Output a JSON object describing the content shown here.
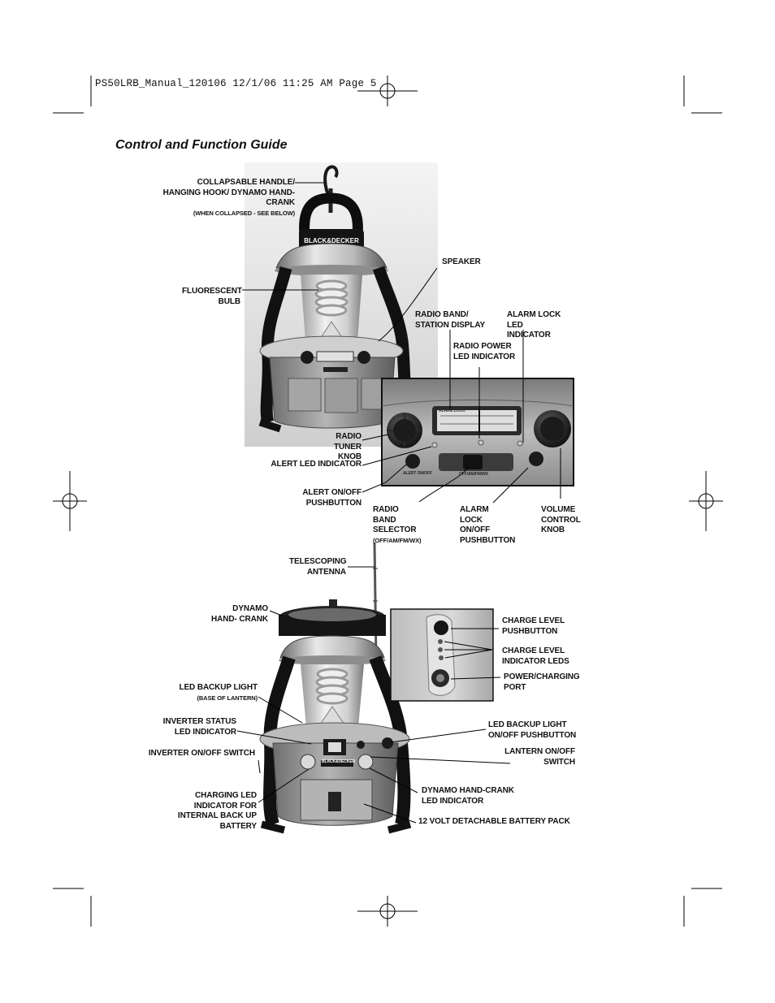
{
  "header": {
    "text": "PS50LRB_Manual_120106  12/1/06  11:25 AM  Page 5"
  },
  "title": "Control and Function Guide",
  "top_labels": {
    "handle": "COLLAPSABLE HANDLE/ HANGING HOOK/ DYNAMO HAND-CRANK",
    "handle_note": "(WHEN COLLAPSED - SEE BELOW)",
    "speaker": "SPEAKER",
    "fluorescent": "FLUORESCENT BULB",
    "radio_display": "RADIO BAND/ STATION DISPLAY",
    "alarm_lock_led": "ALARM LOCK LED INDICATOR",
    "radio_power_led": "RADIO POWER LED INDICATOR",
    "radio_tuner": "RADIO TUNER KNOB",
    "alert_led": "ALERT LED INDICATOR",
    "alert_onoff": "ALERT ON/OFF PUSHBUTTON",
    "radio_band_selector": "RADIO BAND SELECTOR",
    "radio_band_selector_note": "(OFF/AM/FM/WX)",
    "alarm_lock_button": "ALARM LOCK ON/OFF PUSHBUTTON",
    "volume": "VOLUME CONTROL KNOB"
  },
  "panel_text": {
    "display_top": "ALARM LOCK",
    "selector": "OFF/AM/FM/WX",
    "alert_btn": "ALERT ON/OFF"
  },
  "bottom_labels": {
    "antenna": "TELESCOPING ANTENNA",
    "dynamo": "DYNAMO HAND- CRANK",
    "charge_button": "CHARGE LEVEL PUSHBUTTON",
    "charge_leds": "CHARGE LEVEL INDICATOR LEDS",
    "power_port": "POWER/CHARGING PORT",
    "led_backup": "LED BACKUP LIGHT",
    "led_backup_note": "(BASE OF LANTERN)",
    "inverter_led": "INVERTER STATUS LED INDICATOR",
    "led_backup_button": "LED BACKUP LIGHT ON/OFF PUSHBUTTON",
    "inverter_switch": "INVERTER ON/OFF SWITCH",
    "lantern_switch": "LANTERN ON/OFF SWITCH",
    "charging_led": "CHARGING LED INDICATOR FOR INTERNAL BACK UP BATTERY",
    "dynamo_led": "DYNAMO HAND-CRANK LED INDICATOR",
    "battery_pack": "12 VOLT DETACHABLE BATTERY PACK"
  },
  "logo_text": "BLACK&DECKER"
}
